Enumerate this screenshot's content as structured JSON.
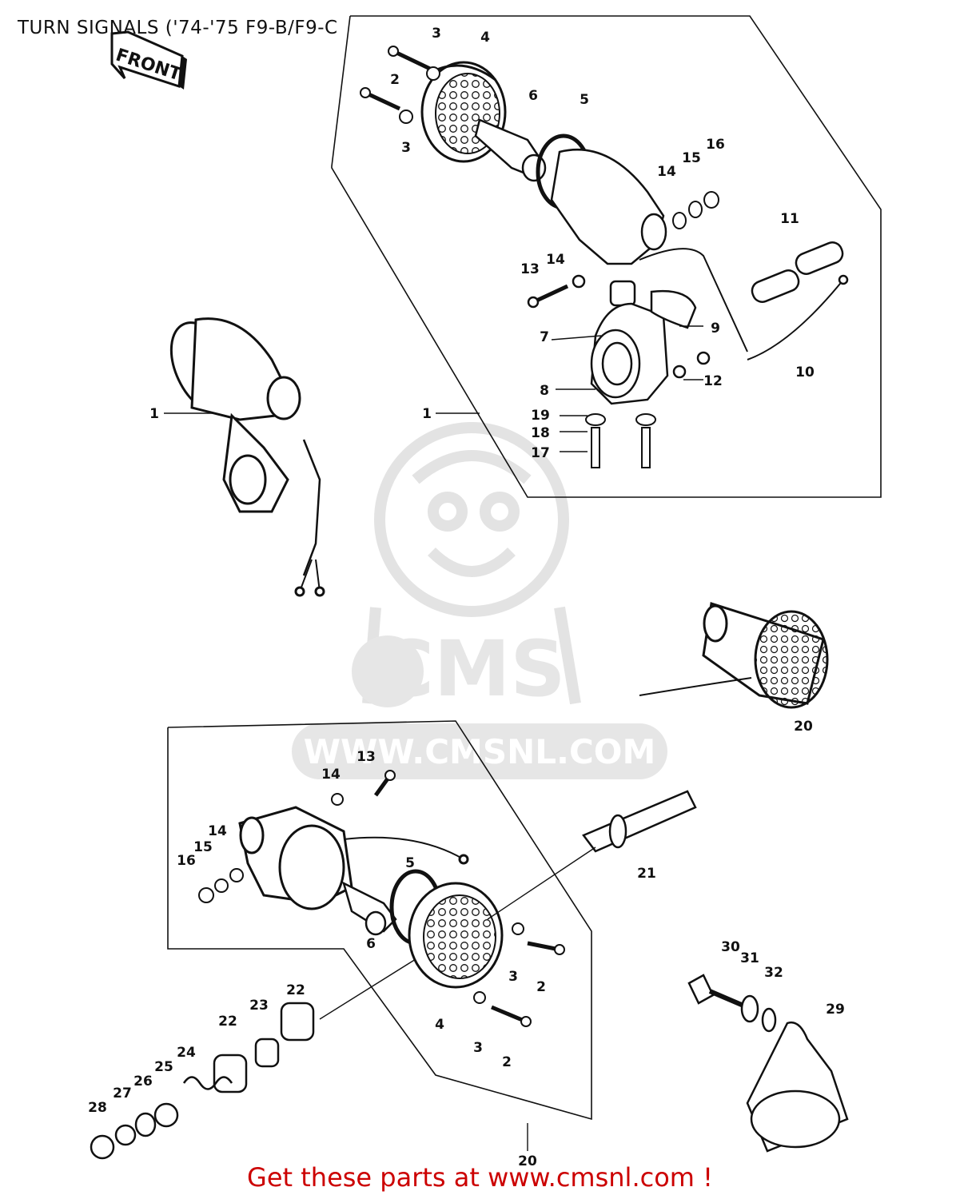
{
  "title": "TURN SIGNALS ('74-'75 F9-B/F9-C",
  "front_badge": "FRONT",
  "watermark": {
    "logo": "CMS",
    "url": "WWW.CMSNL.COM"
  },
  "footer": {
    "text": "Get these parts at www.cmsnl.com !",
    "color": "#cc0000"
  },
  "colors": {
    "ink": "#111111",
    "watermark": "#e6e6e6"
  },
  "callouts": [
    {
      "id": "c-1a",
      "label": "1"
    },
    {
      "id": "c-1b",
      "label": "1"
    },
    {
      "id": "c-2a",
      "label": "2"
    },
    {
      "id": "c-2b",
      "label": "2"
    },
    {
      "id": "c-2c",
      "label": "2"
    },
    {
      "id": "c-3a",
      "label": "3"
    },
    {
      "id": "c-3b",
      "label": "3"
    },
    {
      "id": "c-3c",
      "label": "3"
    },
    {
      "id": "c-3d",
      "label": "3"
    },
    {
      "id": "c-4a",
      "label": "4"
    },
    {
      "id": "c-4b",
      "label": "4"
    },
    {
      "id": "c-5a",
      "label": "5"
    },
    {
      "id": "c-5b",
      "label": "5"
    },
    {
      "id": "c-6a",
      "label": "6"
    },
    {
      "id": "c-6b",
      "label": "6"
    },
    {
      "id": "c-7",
      "label": "7"
    },
    {
      "id": "c-8",
      "label": "8"
    },
    {
      "id": "c-9",
      "label": "9"
    },
    {
      "id": "c-10",
      "label": "10"
    },
    {
      "id": "c-11",
      "label": "11"
    },
    {
      "id": "c-12",
      "label": "12"
    },
    {
      "id": "c-13a",
      "label": "13"
    },
    {
      "id": "c-13b",
      "label": "13"
    },
    {
      "id": "c-14a",
      "label": "14"
    },
    {
      "id": "c-14b",
      "label": "14"
    },
    {
      "id": "c-14c",
      "label": "14"
    },
    {
      "id": "c-14d",
      "label": "14"
    },
    {
      "id": "c-15a",
      "label": "15"
    },
    {
      "id": "c-15b",
      "label": "15"
    },
    {
      "id": "c-16a",
      "label": "16"
    },
    {
      "id": "c-16b",
      "label": "16"
    },
    {
      "id": "c-17",
      "label": "17"
    },
    {
      "id": "c-18",
      "label": "18"
    },
    {
      "id": "c-19",
      "label": "19"
    },
    {
      "id": "c-20a",
      "label": "20"
    },
    {
      "id": "c-20b",
      "label": "20"
    },
    {
      "id": "c-21",
      "label": "21"
    },
    {
      "id": "c-22a",
      "label": "22"
    },
    {
      "id": "c-22b",
      "label": "22"
    },
    {
      "id": "c-23",
      "label": "23"
    },
    {
      "id": "c-24",
      "label": "24"
    },
    {
      "id": "c-25",
      "label": "25"
    },
    {
      "id": "c-26",
      "label": "26"
    },
    {
      "id": "c-27",
      "label": "27"
    },
    {
      "id": "c-28",
      "label": "28"
    },
    {
      "id": "c-29",
      "label": "29"
    },
    {
      "id": "c-30",
      "label": "30"
    },
    {
      "id": "c-31",
      "label": "31"
    },
    {
      "id": "c-32",
      "label": "32"
    }
  ]
}
